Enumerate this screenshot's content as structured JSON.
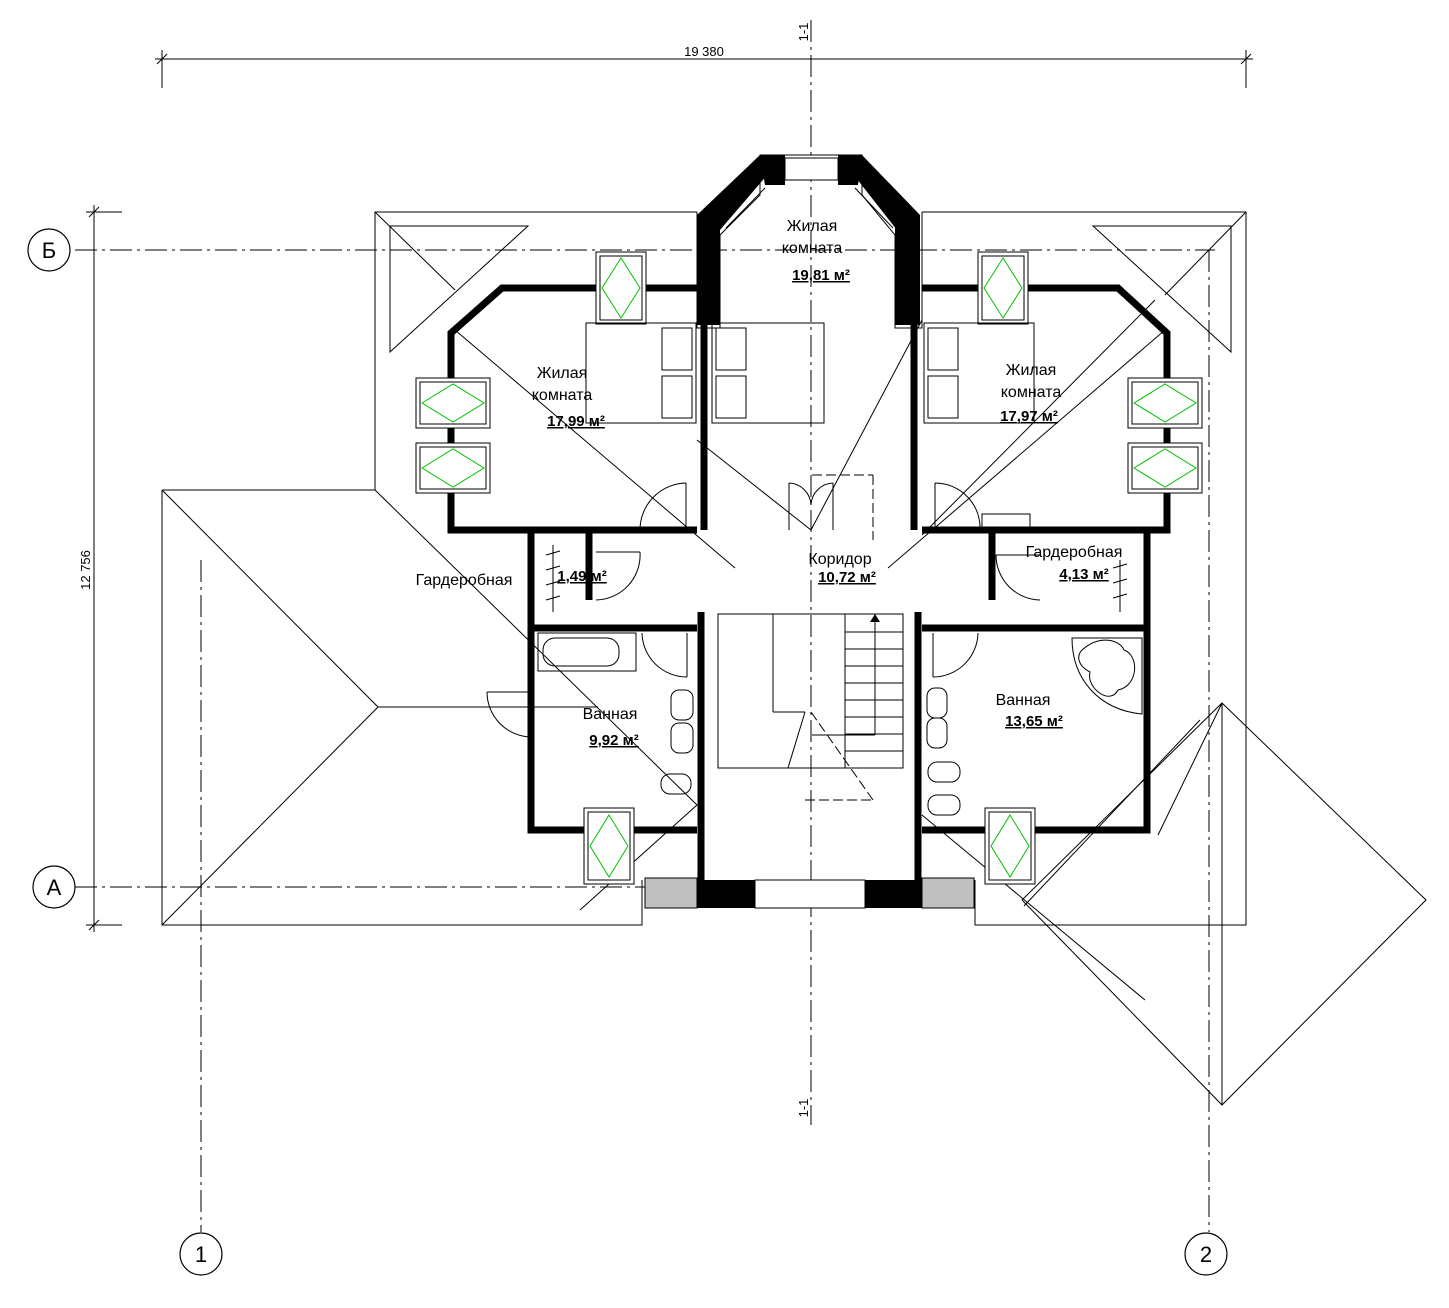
{
  "dimensions": {
    "width_label": "19 380",
    "height_label": "12 756"
  },
  "section_marks": {
    "top": "1-1",
    "bottom": "1-1"
  },
  "axes": {
    "row_top": "Б",
    "row_bottom": "А",
    "col_left": "1",
    "col_right": "2"
  },
  "rooms": [
    {
      "name": "Жилая\nкомната",
      "line1": "Жилая",
      "line2": "комната",
      "area": "19,81 м²"
    },
    {
      "name": "Жилая комната",
      "line1": "Жилая",
      "line2": "комната",
      "area": "17,99 м²"
    },
    {
      "name": "Жилая комната",
      "line1": "Жилая",
      "line2": "комната",
      "area": "17,97 м²"
    },
    {
      "name": "Коридор",
      "area": "10,72 м²"
    },
    {
      "name": "Гардеробная",
      "area": "1,49 м²"
    },
    {
      "name": "Гардеробная",
      "area": "4,13 м²"
    },
    {
      "name": "Ванная",
      "area": "9,92 м²"
    },
    {
      "name": "Ванная",
      "area": "13,65 м²"
    }
  ],
  "colors": {
    "lines": "#000000",
    "window_glazing": "#00c000",
    "balcony_fill": "#c0c0c0"
  }
}
